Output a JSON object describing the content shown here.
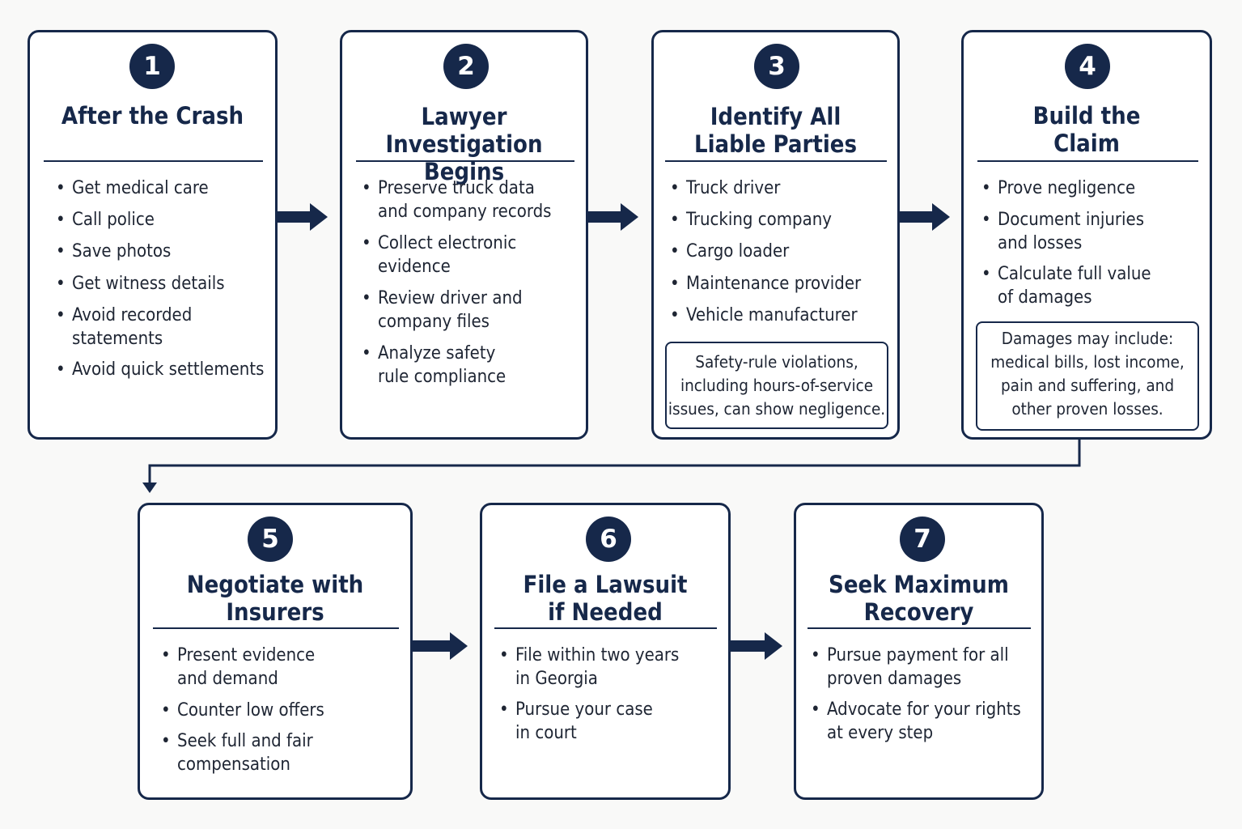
{
  "steps": [
    {
      "number": "1",
      "title": "After the Crash",
      "items": [
        "Get medical care",
        "Call police",
        "Save photos",
        "Get witness details",
        "Avoid recorded\nstatements",
        "Avoid quick settlements"
      ]
    },
    {
      "number": "2",
      "title": "Lawyer Investigation\nBegins",
      "items": [
        "Preserve truck data\nand company records",
        "Collect electronic\nevidence",
        "Review driver and\ncompany files",
        "Analyze safety\nrule compliance"
      ]
    },
    {
      "number": "3",
      "title": "Identify All\nLiable Parties",
      "items": [
        "Truck driver",
        "Trucking company",
        "Cargo loader",
        "Maintenance provider",
        "Vehicle manufacturer"
      ],
      "note": "Safety-rule violations,\nincluding hours-of-service\nissues, can show negligence."
    },
    {
      "number": "4",
      "title": "Build the\nClaim",
      "items": [
        "Prove negligence",
        "Document injuries\nand losses",
        "Calculate full value\nof damages"
      ],
      "note": "Damages may include:\nmedical bills, lost income,\npain and suffering, and\nother proven losses."
    },
    {
      "number": "5",
      "title": "Negotiate with\nInsurers",
      "items": [
        "Present evidence\nand demand",
        "Counter low offers",
        "Seek full and fair\ncompensation"
      ]
    },
    {
      "number": "6",
      "title": "File a Lawsuit\nif Needed",
      "items": [
        "File within two years\nin Georgia",
        "Pursue your case\nin court"
      ]
    },
    {
      "number": "7",
      "title": "Seek Maximum\nRecovery",
      "items": [
        "Pursue payment for all\nproven damages",
        "Advocate for your rights\nat every step"
      ]
    }
  ],
  "colors": {
    "navy": "#16284a",
    "background": "#f9f9f8",
    "card": "#ffffff",
    "text": "#1e2533"
  },
  "icons": {
    "flow_arrow": "right-arrow-icon",
    "connector_arrow": "down-arrow-icon"
  }
}
